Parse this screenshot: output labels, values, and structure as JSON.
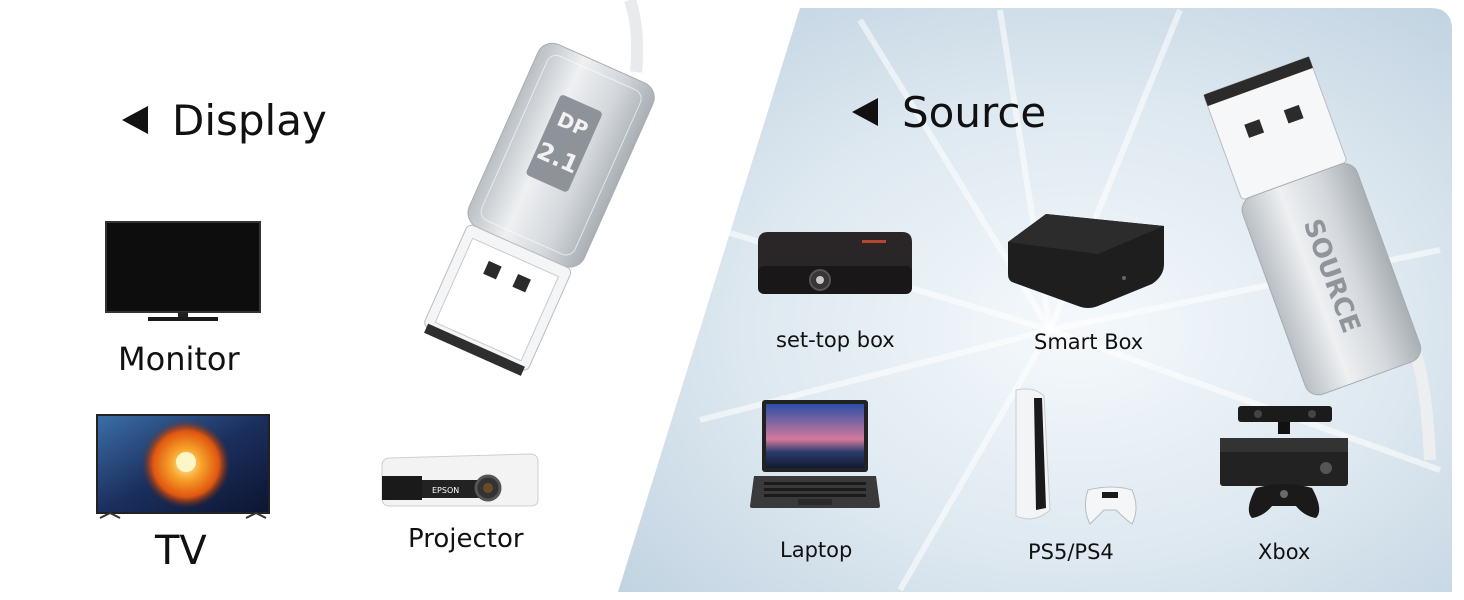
{
  "display": {
    "heading": "Display",
    "devices": {
      "monitor": "Monitor",
      "tv": "TV",
      "projector": "Projector"
    }
  },
  "cable": {
    "display_end_badge_a": "DP",
    "display_end_badge_b": "2.1",
    "source_end_label": "SOURCE",
    "projector_brand": "EPSON"
  },
  "source": {
    "heading": "Source",
    "devices": {
      "settop": "set-top box",
      "smartbox": "Smart Box",
      "laptop": "Laptop",
      "ps": "PS5/PS4",
      "xbox": "Xbox"
    }
  },
  "colors": {
    "panel_light": "#e9f1f7",
    "panel_mid": "#cad9e6",
    "silver": "#d8dcdf",
    "connector": "#f4f5f6",
    "tv_orange": "#f07a1a"
  }
}
